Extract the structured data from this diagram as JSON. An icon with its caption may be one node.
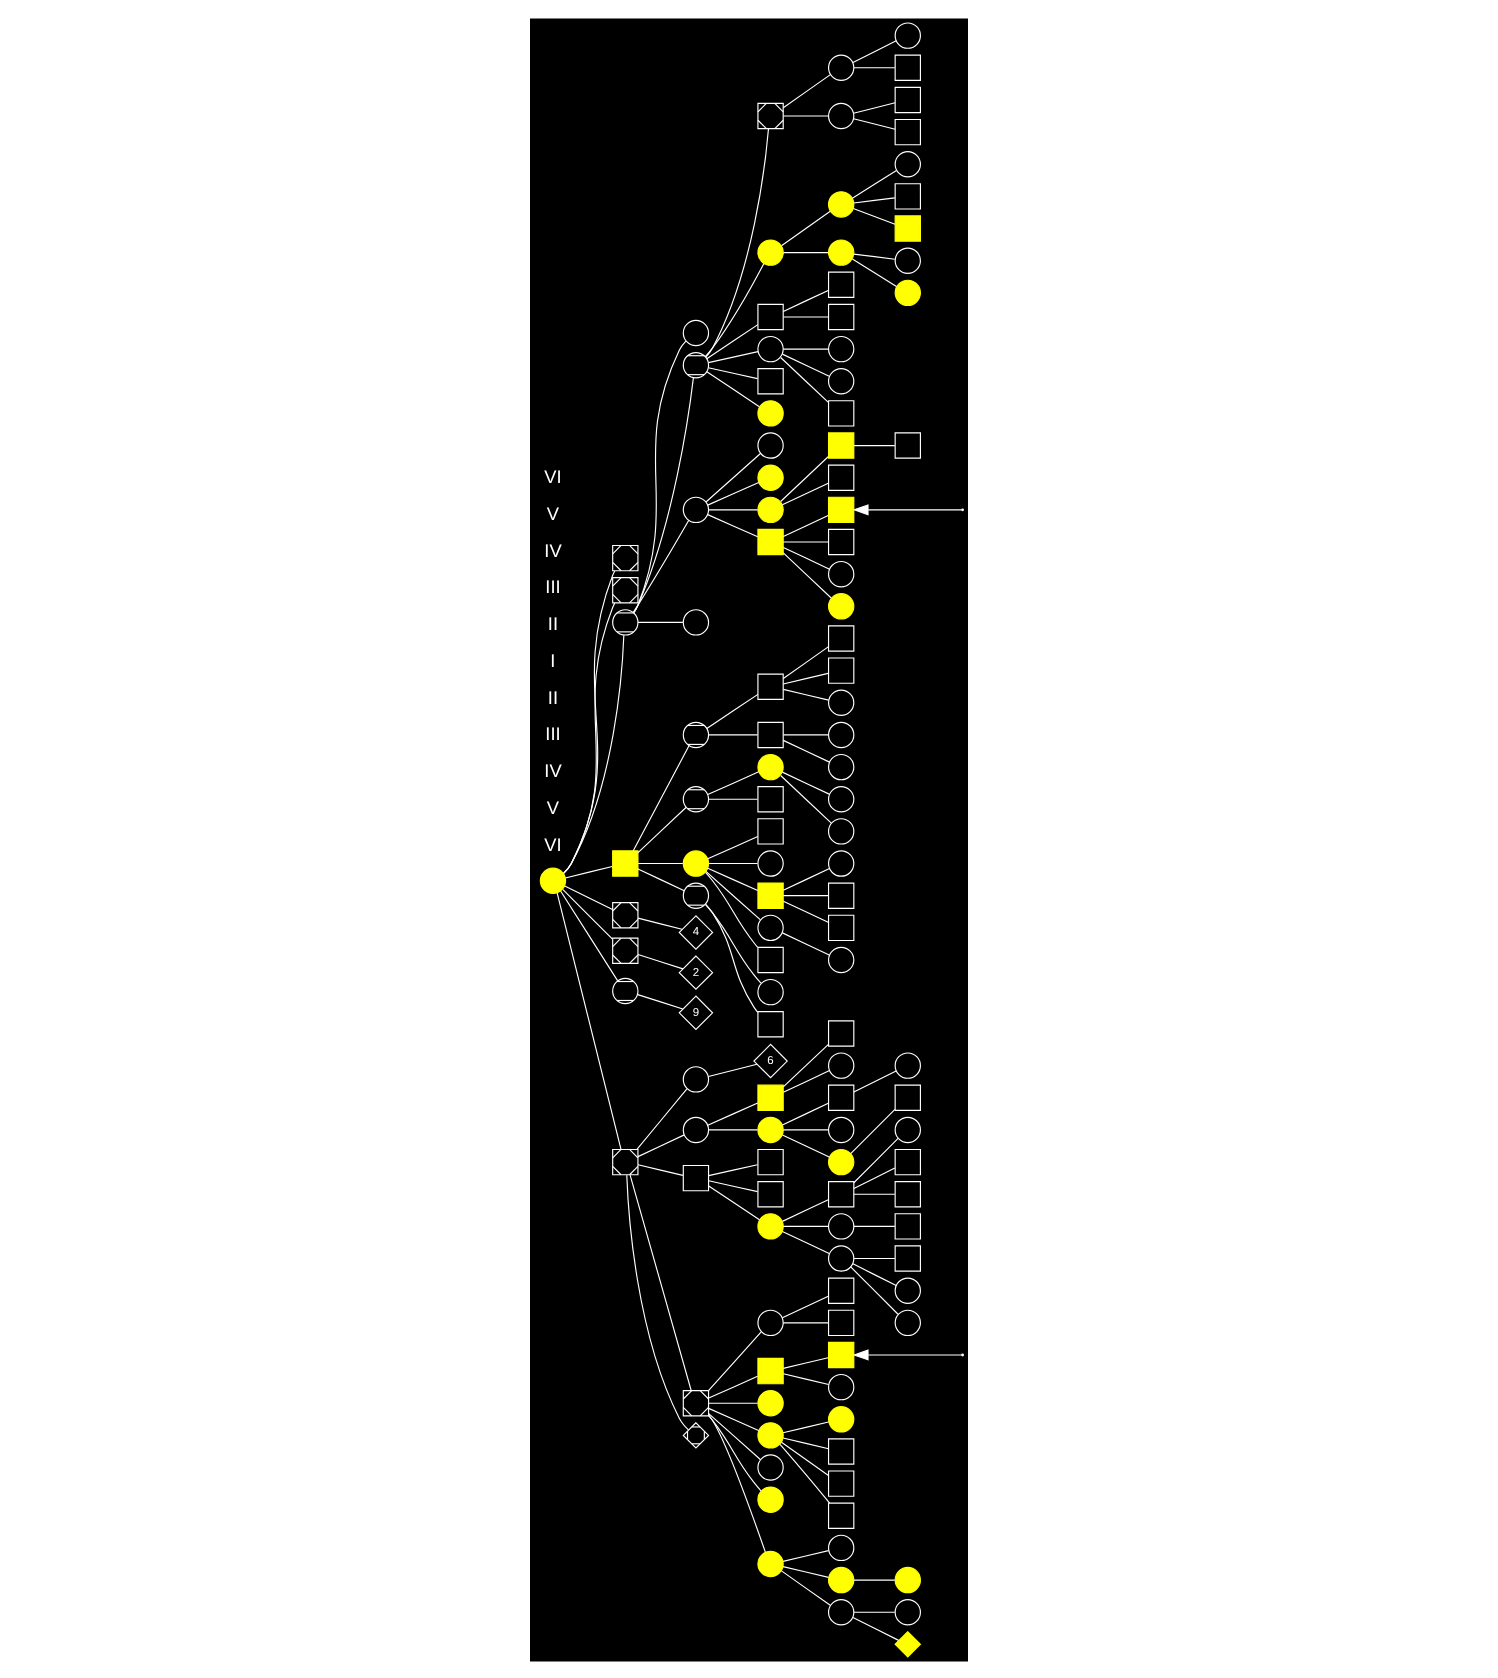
{
  "diagram": {
    "nodes": [
      {
        "text": [],
        "shape": "circle"
      },
      {
        "text": [],
        "shape": "box"
      },
      {
        "text": [],
        "shape": "box"
      },
      {
        "text": [],
        "shape": "circle"
      },
      {
        "text": [],
        "shape": "circle"
      },
      {
        "text": [],
        "shape": "circle"
      },
      {
        "text": [],
        "shape": "circle"
      },
      {
        "text": [],
        "shape": "circle"
      },
      {
        "text": [],
        "shape": "box"
      },
      {
        "text": [],
        "shape": "circle"
      },
      {
        "text": [],
        "shape": "box"
      },
      {
        "text": [],
        "shape": "circle"
      },
      {
        "text": [],
        "shape": "box"
      },
      {
        "text": [],
        "shape": "circle"
      },
      {
        "text": [],
        "shape": "circle"
      },
      {
        "text": [],
        "shape": "circle"
      },
      {
        "text": [],
        "shape": "circle"
      },
      {
        "text": [],
        "shape": "box"
      },
      {
        "text": [],
        "shape": "circle"
      },
      {
        "text": [],
        "shape": "circle"
      },
      {
        "text": [],
        "shape": "circle"
      },
      {
        "text": [],
        "shape": "circle"
      },
      {
        "text": [],
        "shape": "box"
      },
      {
        "text": [],
        "shape": "box"
      },
      {
        "text": [],
        "shape": "circle"
      },
      {
        "text": [],
        "shape": "circle"
      },
      {
        "text": [],
        "shape": "box"
      },
      {
        "text": [],
        "shape": "box"
      },
      {
        "text": [],
        "shape": "box"
      },
      {
        "text": [],
        "shape": "box"
      },
      {
        "text": [],
        "shape": "box"
      },
      {
        "text": [],
        "shape": "circle"
      },
      {
        "text": [],
        "shape": "circle"
      },
      {
        "text": [],
        "shape": "circle"
      },
      {
        "text": [],
        "shape": "box"
      },
      {
        "text": [],
        "shape": "box"
      },
      {
        "text": [],
        "shape": "box"
      },
      {
        "text": [],
        "shape": "circle"
      },
      {
        "text": [],
        "shape": "box"
      },
      {
        "text": [],
        "shape": "box"
      },
      {
        "text": [],
        "shape": "circle"
      },
      {
        "text": [],
        "shape": "circle"
      },
      {
        "text": [],
        "shape": "box"
      },
      {
        "text": [],
        "shape": "box"
      },
      {
        "text": [],
        "shape": "circle"
      },
      {
        "text": [],
        "shape": "circle"
      },
      {
        "text": [],
        "shape": "circle"
      },
      {
        "text": [],
        "shape": "circle"
      },
      {
        "text": [],
        "shape": "box"
      },
      {
        "text": [],
        "shape": "box"
      },
      {
        "text": [],
        "shape": "box"
      },
      {
        "text": [],
        "shape": "box"
      },
      {
        "text": [],
        "shape": "circle"
      },
      {
        "text": [],
        "shape": "circle"
      },
      {
        "text": [],
        "shape": "circle"
      },
      {
        "text": [],
        "shape": "circle"
      },
      {
        "text": [],
        "shape": "box"
      },
      {
        "text": [],
        "shape": "circle"
      },
      {
        "text": [],
        "shape": "circle"
      },
      {
        "text": [],
        "shape": "box"
      },
      {
        "text": [],
        "shape": "circle"
      },
      {
        "text": [],
        "shape": "box"
      },
      {
        "text": [],
        "shape": "circle"
      },
      {
        "text": [],
        "shape": "box"
      },
      {
        "text": [],
        "shape": "circle"
      },
      {
        "text": [],
        "shape": "box"
      },
      {
        "text": [],
        "shape": "box"
      },
      {
        "text": [],
        "shape": "circle"
      },
      {
        "text": [],
        "shape": "circle"
      },
      {
        "text": [],
        "shape": "box"
      },
      {
        "text": [],
        "shape": "box"
      },
      {
        "text": [],
        "shape": "box"
      },
      {
        "text": [],
        "shape": "circle"
      },
      {
        "text": [],
        "shape": "box"
      },
      {
        "text": [
          "4"
        ]
      },
      {
        "text": [
          "2"
        ]
      },
      {
        "text": [
          "9"
        ]
      },
      {
        "text": [],
        "shape": "circle"
      },
      {
        "text": [],
        "shape": "circle"
      },
      {
        "text": [],
        "shape": "box"
      },
      {
        "text": [
          "6"
        ]
      },
      {
        "text": [],
        "shape": "box"
      },
      {
        "text": [],
        "shape": "diamond"
      },
      {
        "text": [],
        "shape": "box"
      },
      {
        "text": [],
        "shape": "circle"
      },
      {
        "text": [],
        "shape": "box"
      },
      {
        "text": [],
        "shape": "box"
      },
      {
        "text": [],
        "shape": "circle"
      },
      {
        "text": [],
        "shape": "circle"
      },
      {
        "text": [],
        "shape": "box"
      },
      {
        "text": [],
        "shape": "circle"
      },
      {
        "text": [],
        "shape": "circle"
      },
      {
        "text": [],
        "shape": "circle"
      },
      {
        "text": [],
        "shape": "circle"
      },
      {
        "text": [],
        "shape": "circle"
      },
      {
        "text": [],
        "shape": "box"
      },
      {
        "text": [],
        "shape": "circle"
      },
      {
        "text": [],
        "shape": "box"
      },
      {
        "text": [],
        "shape": "circle"
      },
      {
        "text": [],
        "shape": "circle"
      },
      {
        "text": [],
        "shape": "box"
      },
      {
        "text": [],
        "shape": "circle"
      },
      {
        "text": [],
        "shape": "circle"
      },
      {
        "text": [],
        "shape": "box"
      },
      {
        "text": [],
        "shape": "box"
      },
      {
        "text": [],
        "shape": "box"
      },
      {
        "text": [],
        "shape": "circle"
      },
      {
        "text": [],
        "shape": "circle"
      },
      {
        "text": [],
        "shape": "box"
      },
      {
        "text": [],
        "shape": "box"
      },
      {
        "text": [],
        "shape": "box"
      },
      {
        "text": [],
        "shape": "circle"
      },
      {
        "text": [],
        "shape": "circle"
      },
      {
        "text": [],
        "shape": "circle"
      },
      {
        "text": [],
        "shape": "circle"
      },
      {
        "text": [],
        "shape": "box"
      },
      {
        "text": [],
        "shape": "circle"
      },
      {
        "text": [],
        "shape": "box"
      },
      {
        "text": [],
        "shape": "box"
      },
      {
        "text": [],
        "shape": "box"
      },
      {
        "text": [],
        "shape": "box"
      },
      {
        "text": [],
        "shape": "circle"
      },
      {
        "text": [],
        "shape": "circle"
      },
      {
        "text": [],
        "shape": "circle"
      },
      {
        "text": [],
        "shape": "circle"
      },
      {
        "text": [],
        "shape": "diamond"
      }
    ],
    "edges": [
      {
        "from": 0,
        "to": 1,
        "arrow": "none"
      },
      {
        "from": 0,
        "to": 2,
        "arrow": "none"
      },
      {
        "from": 0,
        "to": 3,
        "arrow": "none"
      },
      {
        "from": 0,
        "to": 43,
        "arrow": "none"
      },
      {
        "from": 0,
        "to": 70,
        "arrow": "none"
      },
      {
        "from": 0,
        "to": 71,
        "arrow": "none"
      },
      {
        "from": 0,
        "to": 72,
        "arrow": "none"
      },
      {
        "from": 0,
        "to": 73,
        "arrow": "none"
      },
      {
        "from": 3,
        "to": 4,
        "arrow": "none"
      },
      {
        "from": 3,
        "to": 5,
        "arrow": "none"
      },
      {
        "from": 3,
        "to": 6,
        "arrow": "none"
      },
      {
        "from": 3,
        "to": 7,
        "arrow": "none"
      },
      {
        "from": 5,
        "to": 8,
        "arrow": "none"
      },
      {
        "from": 5,
        "to": 9,
        "arrow": "none"
      },
      {
        "from": 5,
        "to": 10,
        "arrow": "none"
      },
      {
        "from": 5,
        "to": 11,
        "arrow": "none"
      },
      {
        "from": 5,
        "to": 12,
        "arrow": "none"
      },
      {
        "from": 5,
        "to": 13,
        "arrow": "none"
      },
      {
        "from": 6,
        "to": 14,
        "arrow": "none"
      },
      {
        "from": 6,
        "to": 15,
        "arrow": "none"
      },
      {
        "from": 6,
        "to": 16,
        "arrow": "none"
      },
      {
        "from": 6,
        "to": 17,
        "arrow": "none"
      },
      {
        "from": 8,
        "to": 18,
        "arrow": "none"
      },
      {
        "from": 8,
        "to": 19,
        "arrow": "none"
      },
      {
        "from": 9,
        "to": 20,
        "arrow": "none"
      },
      {
        "from": 9,
        "to": 21,
        "arrow": "none"
      },
      {
        "from": 10,
        "to": 22,
        "arrow": "none"
      },
      {
        "from": 10,
        "to": 23,
        "arrow": "none"
      },
      {
        "from": 11,
        "to": 24,
        "arrow": "none"
      },
      {
        "from": 11,
        "to": 25,
        "arrow": "none"
      },
      {
        "from": 11,
        "to": 26,
        "arrow": "none"
      },
      {
        "from": 16,
        "to": 27,
        "arrow": "none"
      },
      {
        "from": 16,
        "to": 28,
        "arrow": "none"
      },
      {
        "from": 17,
        "to": 29,
        "arrow": "none"
      },
      {
        "from": 17,
        "to": 30,
        "arrow": "none"
      },
      {
        "from": 17,
        "to": 31,
        "arrow": "none"
      },
      {
        "from": 17,
        "to": 32,
        "arrow": "none"
      },
      {
        "from": 18,
        "to": 33,
        "arrow": "none"
      },
      {
        "from": 18,
        "to": 34,
        "arrow": "none"
      },
      {
        "from": 19,
        "to": 35,
        "arrow": "none"
      },
      {
        "from": 19,
        "to": 36,
        "arrow": "none"
      },
      {
        "from": 20,
        "to": 37,
        "arrow": "none"
      },
      {
        "from": 20,
        "to": 38,
        "arrow": "none"
      },
      {
        "from": 20,
        "to": 39,
        "arrow": "none"
      },
      {
        "from": 21,
        "to": 40,
        "arrow": "none"
      },
      {
        "from": 21,
        "to": 41,
        "arrow": "none"
      },
      {
        "from": 27,
        "to": 42,
        "arrow": "none"
      },
      {
        "from": 43,
        "to": 44,
        "arrow": "none"
      },
      {
        "from": 43,
        "to": 45,
        "arrow": "none"
      },
      {
        "from": 43,
        "to": 46,
        "arrow": "none"
      },
      {
        "from": 43,
        "to": 47,
        "arrow": "none"
      },
      {
        "from": 44,
        "to": 48,
        "arrow": "none"
      },
      {
        "from": 44,
        "to": 49,
        "arrow": "none"
      },
      {
        "from": 48,
        "to": 50,
        "arrow": "none"
      },
      {
        "from": 48,
        "to": 51,
        "arrow": "none"
      },
      {
        "from": 48,
        "to": 52,
        "arrow": "none"
      },
      {
        "from": 49,
        "to": 53,
        "arrow": "none"
      },
      {
        "from": 49,
        "to": 54,
        "arrow": "none"
      },
      {
        "from": 45,
        "to": 55,
        "arrow": "none"
      },
      {
        "from": 45,
        "to": 56,
        "arrow": "none"
      },
      {
        "from": 55,
        "to": 57,
        "arrow": "none"
      },
      {
        "from": 55,
        "to": 58,
        "arrow": "none"
      },
      {
        "from": 46,
        "to": 59,
        "arrow": "none"
      },
      {
        "from": 46,
        "to": 60,
        "arrow": "none"
      },
      {
        "from": 46,
        "to": 61,
        "arrow": "none"
      },
      {
        "from": 46,
        "to": 62,
        "arrow": "none"
      },
      {
        "from": 46,
        "to": 63,
        "arrow": "none"
      },
      {
        "from": 61,
        "to": 64,
        "arrow": "none"
      },
      {
        "from": 61,
        "to": 65,
        "arrow": "none"
      },
      {
        "from": 61,
        "to": 66,
        "arrow": "none"
      },
      {
        "from": 62,
        "to": 67,
        "arrow": "none"
      },
      {
        "from": 47,
        "to": 68,
        "arrow": "none"
      },
      {
        "from": 47,
        "to": 69,
        "arrow": "none"
      },
      {
        "from": 70,
        "to": 74,
        "arrow": "none"
      },
      {
        "from": 71,
        "to": 75,
        "arrow": "none"
      },
      {
        "from": 72,
        "to": 76,
        "arrow": "none"
      },
      {
        "from": 73,
        "to": 77,
        "arrow": "none"
      },
      {
        "from": 73,
        "to": 78,
        "arrow": "none"
      },
      {
        "from": 73,
        "to": 79,
        "arrow": "none"
      },
      {
        "from": 73,
        "to": 81,
        "arrow": "none"
      },
      {
        "from": 73,
        "to": 82,
        "arrow": "none"
      },
      {
        "from": 77,
        "to": 80,
        "arrow": "none"
      },
      {
        "from": 78,
        "to": 83,
        "arrow": "none"
      },
      {
        "from": 78,
        "to": 84,
        "arrow": "none"
      },
      {
        "from": 79,
        "to": 85,
        "arrow": "none"
      },
      {
        "from": 79,
        "to": 86,
        "arrow": "none"
      },
      {
        "from": 79,
        "to": 87,
        "arrow": "none"
      },
      {
        "from": 81,
        "to": 88,
        "arrow": "none"
      },
      {
        "from": 81,
        "to": 89,
        "arrow": "none"
      },
      {
        "from": 81,
        "to": 90,
        "arrow": "none"
      },
      {
        "from": 81,
        "to": 91,
        "arrow": "none"
      },
      {
        "from": 81,
        "to": 92,
        "arrow": "none"
      },
      {
        "from": 81,
        "to": 93,
        "arrow": "none"
      },
      {
        "from": 81,
        "to": 94,
        "arrow": "none"
      },
      {
        "from": 83,
        "to": 95,
        "arrow": "none"
      },
      {
        "from": 83,
        "to": 96,
        "arrow": "none"
      },
      {
        "from": 84,
        "to": 97,
        "arrow": "none"
      },
      {
        "from": 84,
        "to": 98,
        "arrow": "none"
      },
      {
        "from": 84,
        "to": 99,
        "arrow": "none"
      },
      {
        "from": 97,
        "to": 114,
        "arrow": "none"
      },
      {
        "from": 99,
        "to": 115,
        "arrow": "none"
      },
      {
        "from": 87,
        "to": 100,
        "arrow": "none"
      },
      {
        "from": 87,
        "to": 101,
        "arrow": "none"
      },
      {
        "from": 87,
        "to": 102,
        "arrow": "none"
      },
      {
        "from": 100,
        "to": 116,
        "arrow": "none"
      },
      {
        "from": 100,
        "to": 117,
        "arrow": "none"
      },
      {
        "from": 100,
        "to": 118,
        "arrow": "none"
      },
      {
        "from": 101,
        "to": 119,
        "arrow": "none"
      },
      {
        "from": 102,
        "to": 120,
        "arrow": "none"
      },
      {
        "from": 102,
        "to": 121,
        "arrow": "none"
      },
      {
        "from": 102,
        "to": 122,
        "arrow": "none"
      },
      {
        "from": 88,
        "to": 103,
        "arrow": "none"
      },
      {
        "from": 88,
        "to": 104,
        "arrow": "none"
      },
      {
        "from": 89,
        "to": 105,
        "arrow": "none"
      },
      {
        "from": 89,
        "to": 106,
        "arrow": "none"
      },
      {
        "from": 91,
        "to": 107,
        "arrow": "none"
      },
      {
        "from": 91,
        "to": 108,
        "arrow": "none"
      },
      {
        "from": 91,
        "to": 109,
        "arrow": "none"
      },
      {
        "from": 91,
        "to": 110,
        "arrow": "none"
      },
      {
        "from": 94,
        "to": 111,
        "arrow": "none"
      },
      {
        "from": 94,
        "to": 112,
        "arrow": "none"
      },
      {
        "from": 94,
        "to": 113,
        "arrow": "none"
      },
      {
        "from": 112,
        "to": 123,
        "arrow": "none"
      },
      {
        "from": 113,
        "to": 124,
        "arrow": "none"
      },
      {
        "from": 113,
        "to": 125,
        "arrow": "none"
      },
      {
        "from": null,
        "to": 29,
        "arrow": "to"
      },
      {
        "from": null,
        "to": 105,
        "arrow": "to"
      }
    ],
    "labels": [
      "VI",
      "V",
      "IV",
      "III",
      "II",
      "I",
      "II",
      "III",
      "IV",
      "V",
      "VI"
    ]
  }
}
